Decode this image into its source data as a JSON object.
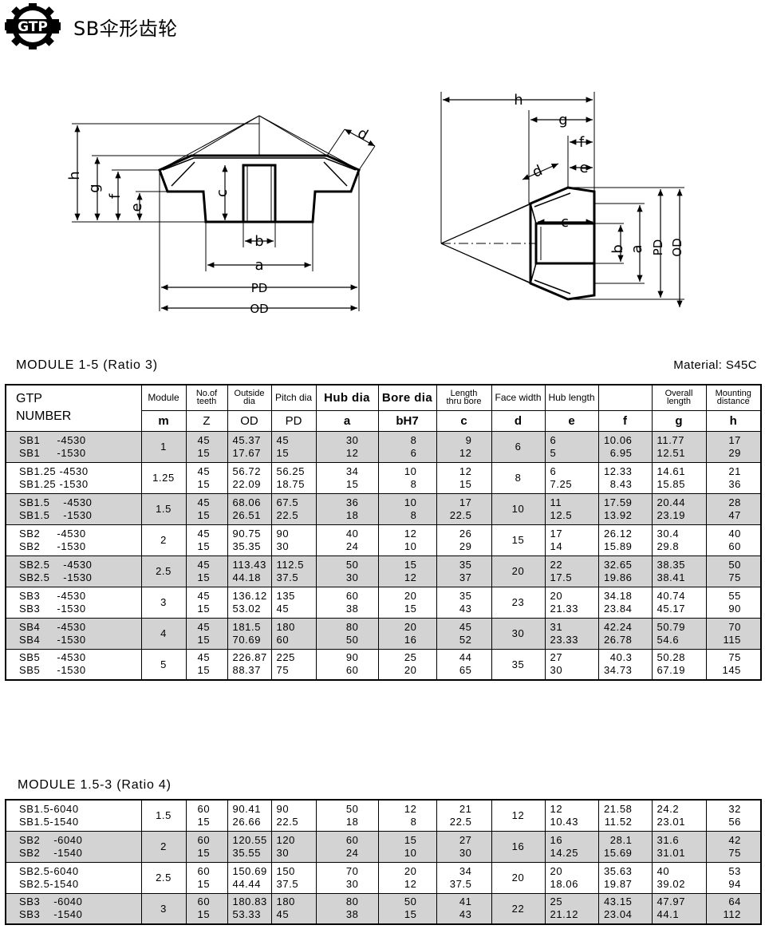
{
  "header": {
    "logo_text": "GTP",
    "title": "SB伞形齿轮"
  },
  "drawing": {
    "labels_left": [
      "h",
      "g",
      "f",
      "e",
      "c",
      "d",
      "b",
      "a",
      "PD",
      "OD"
    ],
    "labels_right": [
      "h",
      "g",
      "f",
      "e",
      "d",
      "c",
      "b",
      "a",
      "PD",
      "OD"
    ]
  },
  "table1": {
    "title": "MODULE  1-5 (Ratio 3)",
    "material": "Material: S45C",
    "headers_top": [
      "GTP\nNUMBER",
      "Module",
      "No.of\nteeth",
      "Outside\ndia",
      "Pitch  dia",
      "Hub dia",
      "Bore dia",
      "Length\nthru bore",
      "Face width",
      "Hub length",
      "",
      "Overall\nlength",
      "Mounting\ndistance"
    ],
    "headers_bottom": [
      "m",
      "Z",
      "OD",
      "PD",
      "a",
      "bH7",
      "c",
      "d",
      "e",
      "f",
      "g",
      "h"
    ],
    "rows": [
      {
        "shade": true,
        "pn": [
          "SB1     -4530",
          "SB1     -1530"
        ],
        "m": "1",
        "z": [
          "45",
          "15"
        ],
        "od": [
          "45.37",
          "17.67"
        ],
        "pd": [
          "45",
          "15"
        ],
        "a": [
          "30",
          "12"
        ],
        "b": [
          "8",
          "6"
        ],
        "c": [
          "9",
          "12"
        ],
        "d": "6",
        "e": [
          "6",
          "5"
        ],
        "f": [
          "10.06",
          "6.95"
        ],
        "g": [
          "11.77",
          "12.51"
        ],
        "h": [
          "17",
          "29"
        ]
      },
      {
        "shade": false,
        "pn": [
          "SB1.25 -4530",
          "SB1.25 -1530"
        ],
        "m": "1.25",
        "z": [
          "45",
          "15"
        ],
        "od": [
          "56.72",
          "22.09"
        ],
        "pd": [
          "56.25",
          "18.75"
        ],
        "a": [
          "34",
          "15"
        ],
        "b": [
          "10",
          "8"
        ],
        "c": [
          "12",
          "15"
        ],
        "d": "8",
        "e": [
          "6",
          "7.25"
        ],
        "f": [
          "12.33",
          "8.43"
        ],
        "g": [
          "14.61",
          "15.85"
        ],
        "h": [
          "21",
          "36"
        ]
      },
      {
        "shade": true,
        "pn": [
          "SB1.5    -4530",
          "SB1.5    -1530"
        ],
        "m": "1.5",
        "z": [
          "45",
          "15"
        ],
        "od": [
          "68.06",
          "26.51"
        ],
        "pd": [
          "67.5",
          "22.5"
        ],
        "a": [
          "36",
          "18"
        ],
        "b": [
          "10",
          "8"
        ],
        "c": [
          "17",
          "22.5"
        ],
        "d": "10",
        "e": [
          "11",
          "12.5"
        ],
        "f": [
          "17.59",
          "13.92"
        ],
        "g": [
          "20.44",
          "23.19"
        ],
        "h": [
          "28",
          "47"
        ]
      },
      {
        "shade": false,
        "pn": [
          "SB2     -4530",
          "SB2     -1530"
        ],
        "m": "2",
        "z": [
          "45",
          "15"
        ],
        "od": [
          "90.75",
          "35.35"
        ],
        "pd": [
          "90",
          "30"
        ],
        "a": [
          "40",
          "24"
        ],
        "b": [
          "12",
          "10"
        ],
        "c": [
          "26",
          "29"
        ],
        "d": "15",
        "e": [
          "17",
          "14"
        ],
        "f": [
          "26.12",
          "15.89"
        ],
        "g": [
          "30.4",
          "29.8"
        ],
        "h": [
          "40",
          "60"
        ]
      },
      {
        "shade": true,
        "pn": [
          "SB2.5    -4530",
          "SB2.5    -1530"
        ],
        "m": "2.5",
        "z": [
          "45",
          "15"
        ],
        "od": [
          "113.43",
          "44.18"
        ],
        "pd": [
          "112.5",
          "37.5"
        ],
        "a": [
          "50",
          "30"
        ],
        "b": [
          "15",
          "12"
        ],
        "c": [
          "35",
          "37"
        ],
        "d": "20",
        "e": [
          "22",
          "17.5"
        ],
        "f": [
          "32.65",
          "19.86"
        ],
        "g": [
          "38.35",
          "38.41"
        ],
        "h": [
          "50",
          "75"
        ]
      },
      {
        "shade": false,
        "pn": [
          "SB3     -4530",
          "SB3     -1530"
        ],
        "m": "3",
        "z": [
          "45",
          "15"
        ],
        "od": [
          "136.12",
          "53.02"
        ],
        "pd": [
          "135",
          "45"
        ],
        "a": [
          "60",
          "38"
        ],
        "b": [
          "20",
          "15"
        ],
        "c": [
          "35",
          "43"
        ],
        "d": "23",
        "e": [
          "20",
          "21.33"
        ],
        "f": [
          "34.18",
          "23.84"
        ],
        "g": [
          "40.74",
          "45.17"
        ],
        "h": [
          "55",
          "90"
        ]
      },
      {
        "shade": true,
        "pn": [
          "SB4     -4530",
          "SB4     -1530"
        ],
        "m": "4",
        "z": [
          "45",
          "15"
        ],
        "od": [
          "181.5",
          "70.69"
        ],
        "pd": [
          "180",
          "60"
        ],
        "a": [
          "80",
          "50"
        ],
        "b": [
          "20",
          "16"
        ],
        "c": [
          "45",
          "52"
        ],
        "d": "30",
        "e": [
          "31",
          "23.33"
        ],
        "f": [
          "42.24",
          "26.78"
        ],
        "g": [
          "50.79",
          "54.6"
        ],
        "h": [
          "70",
          "115"
        ]
      },
      {
        "shade": false,
        "pn": [
          "SB5     -4530",
          "SB5     -1530"
        ],
        "m": "5",
        "z": [
          "45",
          "15"
        ],
        "od": [
          "226.87",
          "88.37"
        ],
        "pd": [
          "225",
          "75"
        ],
        "a": [
          "90",
          "60"
        ],
        "b": [
          "25",
          "20"
        ],
        "c": [
          "44",
          "65"
        ],
        "d": "35",
        "e": [
          "27",
          "30"
        ],
        "f": [
          "40.3",
          "34.73"
        ],
        "g": [
          "50.28",
          "67.19"
        ],
        "h": [
          "75",
          "145"
        ]
      }
    ]
  },
  "table2": {
    "title": "MODULE  1.5-3 (Ratio 4)",
    "rows": [
      {
        "shade": false,
        "pn": [
          "SB1.5-6040",
          "SB1.5-1540"
        ],
        "m": "1.5",
        "z": [
          "60",
          "15"
        ],
        "od": [
          "90.41",
          "26.66"
        ],
        "pd": [
          "90",
          "22.5"
        ],
        "a": [
          "50",
          "18"
        ],
        "b": [
          "12",
          "8"
        ],
        "c": [
          "21",
          "22.5"
        ],
        "d": "12",
        "e": [
          "12",
          "10.43"
        ],
        "f": [
          "21.58",
          "11.52"
        ],
        "g": [
          "24.2",
          "23.01"
        ],
        "h": [
          "32",
          "56"
        ]
      },
      {
        "shade": true,
        "pn": [
          "SB2    -6040",
          "SB2    -1540"
        ],
        "m": "2",
        "z": [
          "60",
          "15"
        ],
        "od": [
          "120.55",
          "35.55"
        ],
        "pd": [
          "120",
          "30"
        ],
        "a": [
          "60",
          "24"
        ],
        "b": [
          "15",
          "10"
        ],
        "c": [
          "27",
          "30"
        ],
        "d": "16",
        "e": [
          "16",
          "14.25"
        ],
        "f": [
          "28.1",
          "15.69"
        ],
        "g": [
          "31.6",
          "31.01"
        ],
        "h": [
          "42",
          "75"
        ]
      },
      {
        "shade": false,
        "pn": [
          "SB2.5-6040",
          "SB2.5-1540"
        ],
        "m": "2.5",
        "z": [
          "60",
          "15"
        ],
        "od": [
          "150.69",
          "44.44"
        ],
        "pd": [
          "150",
          "37.5"
        ],
        "a": [
          "70",
          "30"
        ],
        "b": [
          "20",
          "12"
        ],
        "c": [
          "34",
          "37.5"
        ],
        "d": "20",
        "e": [
          "20",
          "18.06"
        ],
        "f": [
          "35.63",
          "19.87"
        ],
        "g": [
          "40",
          "39.02"
        ],
        "h": [
          "53",
          "94"
        ]
      },
      {
        "shade": true,
        "pn": [
          "SB3    -6040",
          "SB3    -1540"
        ],
        "m": "3",
        "z": [
          "60",
          "15"
        ],
        "od": [
          "180.83",
          "53.33"
        ],
        "pd": [
          "180",
          "45"
        ],
        "a": [
          "80",
          "38"
        ],
        "b": [
          "50",
          "15"
        ],
        "c": [
          "41",
          "43"
        ],
        "d": "22",
        "e": [
          "25",
          "21.12"
        ],
        "f": [
          "43.15",
          "23.04"
        ],
        "g": [
          "47.97",
          "44.1"
        ],
        "h": [
          "64",
          "112"
        ]
      }
    ]
  }
}
